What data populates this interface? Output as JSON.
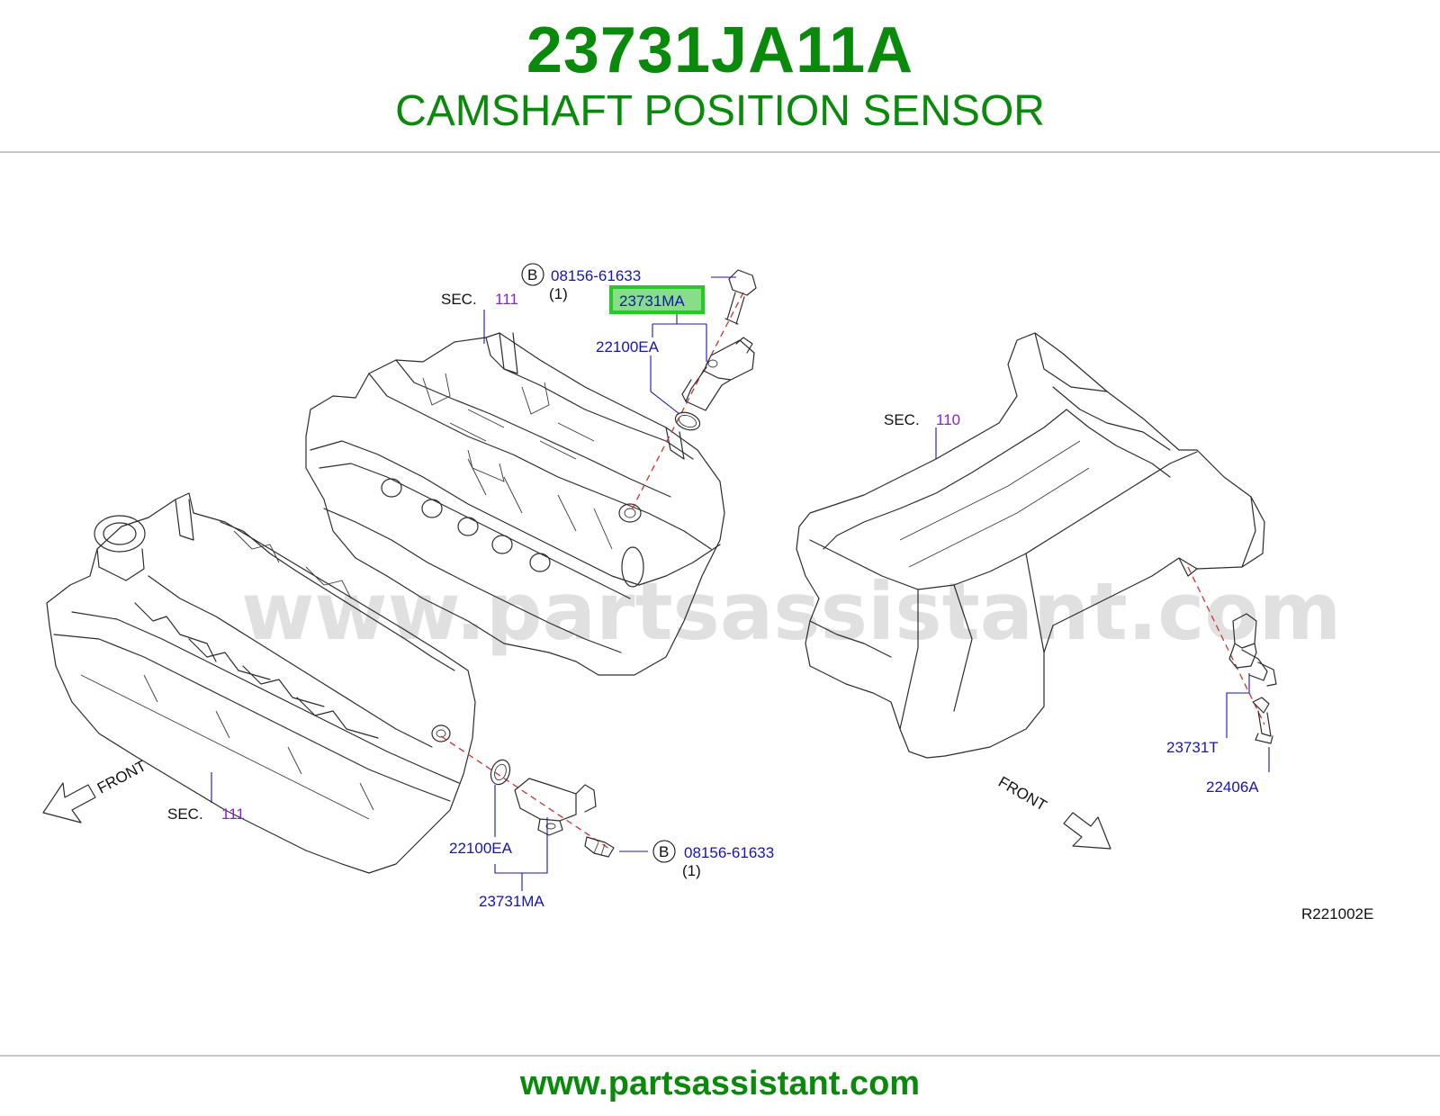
{
  "header": {
    "part_number": "23731JA11A",
    "part_name": "CAMSHAFT POSITION SENSOR"
  },
  "footer": {
    "url": "www.partsassistant.com"
  },
  "watermark": "www.partsassistant.com",
  "diagram": {
    "reference_code": "R221002E",
    "highlight_color": "#22cc22",
    "callouts": {
      "bolt_top_circle": "B",
      "bolt_top_part": "08156-61633",
      "bolt_top_qty": "(1)",
      "sensor_top_part": "23731MA",
      "oring_top_part": "22100EA",
      "sec_top_prefix": "SEC.",
      "sec_top_number": "111",
      "sec_right_prefix": "SEC.",
      "sec_right_number": "110",
      "sec_bottom_prefix": "SEC.",
      "sec_bottom_number": "111",
      "oring_bottom_part": "22100EA",
      "sensor_bottom_part": "23731MA",
      "bolt_bottom_circle": "B",
      "bolt_bottom_part": "08156-61633",
      "bolt_bottom_qty": "(1)",
      "crank_sensor_part": "23731T",
      "crank_bolt_part": "22406A",
      "front_left": "FRONT",
      "front_right": "FRONT"
    }
  }
}
